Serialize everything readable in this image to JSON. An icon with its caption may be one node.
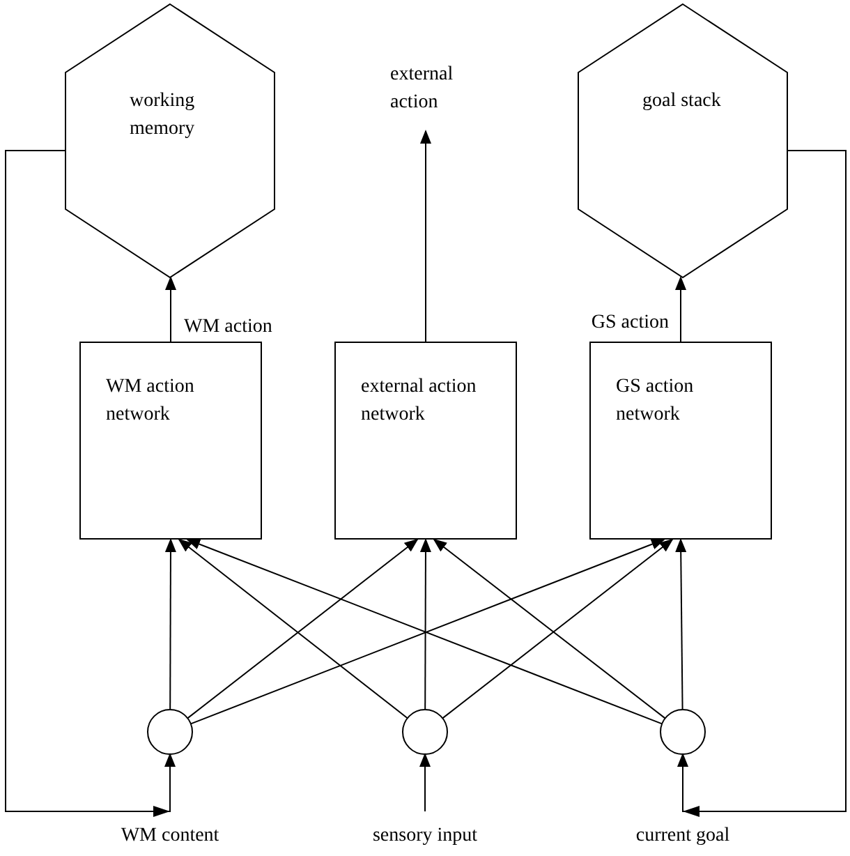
{
  "diagram": {
    "nodes": [
      {
        "text": [
          "working memory"
        ]
      },
      {
        "text": [
          "external action"
        ]
      },
      {
        "text": [
          "goal stack"
        ]
      },
      {
        "text": [
          "WM action network"
        ]
      },
      {
        "text": [
          "external action network"
        ]
      },
      {
        "text": [
          "GS action network"
        ]
      },
      {
        "text": [],
        "shape": "circle",
        "beside": [
          "WM content"
        ]
      },
      {
        "text": [],
        "shape": "circle",
        "beside": [
          "sensory input"
        ]
      },
      {
        "text": [],
        "shape": "circle",
        "beside": [
          "current goal"
        ]
      }
    ],
    "edges": [
      {
        "from": 3,
        "to": 0,
        "arrow": "to",
        "label": "WM action"
      },
      {
        "from": 4,
        "to": 1,
        "arrow": "to"
      },
      {
        "from": 5,
        "to": 2,
        "arrow": "to",
        "label": "GS action"
      },
      {
        "from": 6,
        "to": 3,
        "arrow": "to"
      },
      {
        "from": 6,
        "to": 4,
        "arrow": "to"
      },
      {
        "from": 6,
        "to": 5,
        "arrow": "to"
      },
      {
        "from": 7,
        "to": 3,
        "arrow": "to"
      },
      {
        "from": 7,
        "to": 4,
        "arrow": "to"
      },
      {
        "from": 7,
        "to": 5,
        "arrow": "to"
      },
      {
        "from": 8,
        "to": 3,
        "arrow": "to"
      },
      {
        "from": 8,
        "to": 4,
        "arrow": "to"
      },
      {
        "from": 8,
        "to": 5,
        "arrow": "to"
      },
      {
        "from": 0,
        "to": 6,
        "arrow": "to"
      },
      {
        "from": 2,
        "to": 8,
        "arrow": "to"
      },
      {
        "from": null,
        "to": 7,
        "arrow": "to"
      }
    ]
  }
}
